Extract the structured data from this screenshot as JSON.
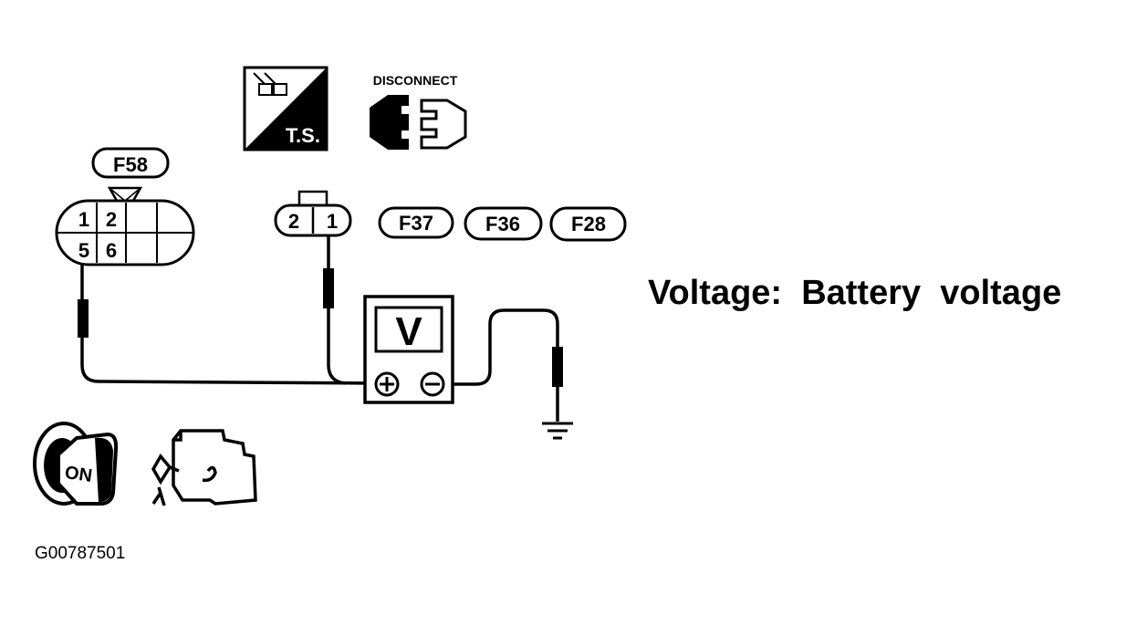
{
  "connectors": {
    "f58": "F58",
    "f37": "F37",
    "f36": "F36",
    "f28": "F28"
  },
  "f58_pins": {
    "p1": "1",
    "p2": "2",
    "p5": "5",
    "p6": "6"
  },
  "ts_pins": {
    "p2": "2",
    "p1": "1"
  },
  "ts_icon": {
    "label": "T.S."
  },
  "disconnect_icon": {
    "label": "DISCONNECT"
  },
  "voltmeter": {
    "symbol": "V",
    "plus": "+",
    "minus": "−"
  },
  "ignition": {
    "key_label": "ON"
  },
  "spec": {
    "text": "Voltage:  Battery  voltage"
  },
  "figure_id": "G00787501",
  "icons": [
    "ts-icon",
    "disconnect-icon",
    "ignition-key-icon",
    "engine-icon",
    "ground-icon",
    "voltmeter-icon"
  ]
}
